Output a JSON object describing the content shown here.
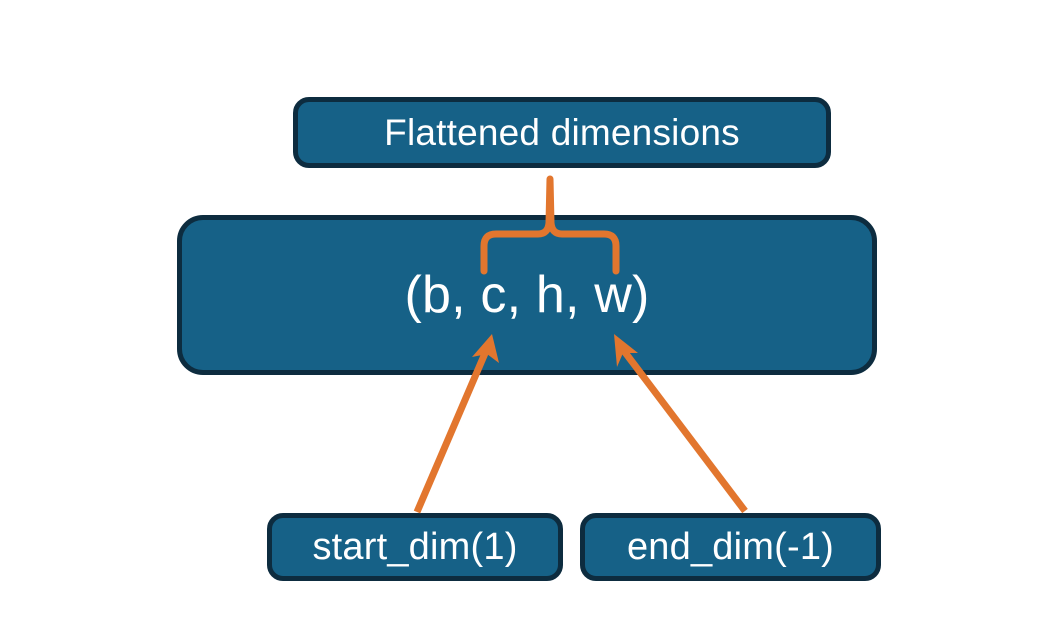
{
  "diagram": {
    "title_text": "Flattened dimensions",
    "shape_text": "(b, c, h, w)",
    "start_dim_text": "start_dim(1)",
    "end_dim_text": "end_dim(-1)",
    "colors": {
      "background": "#ffffff",
      "node_fill": "#166187",
      "node_border": "#0d2c3f",
      "node_text": "#ffffff",
      "connector": "#e2762e"
    },
    "connectors": {
      "brace_name": "curly-brace-up",
      "brace_spans_label": "c, h, w",
      "left_arrow_label": "start_dim(1) points to c",
      "right_arrow_label": "end_dim(-1) points to w"
    }
  }
}
